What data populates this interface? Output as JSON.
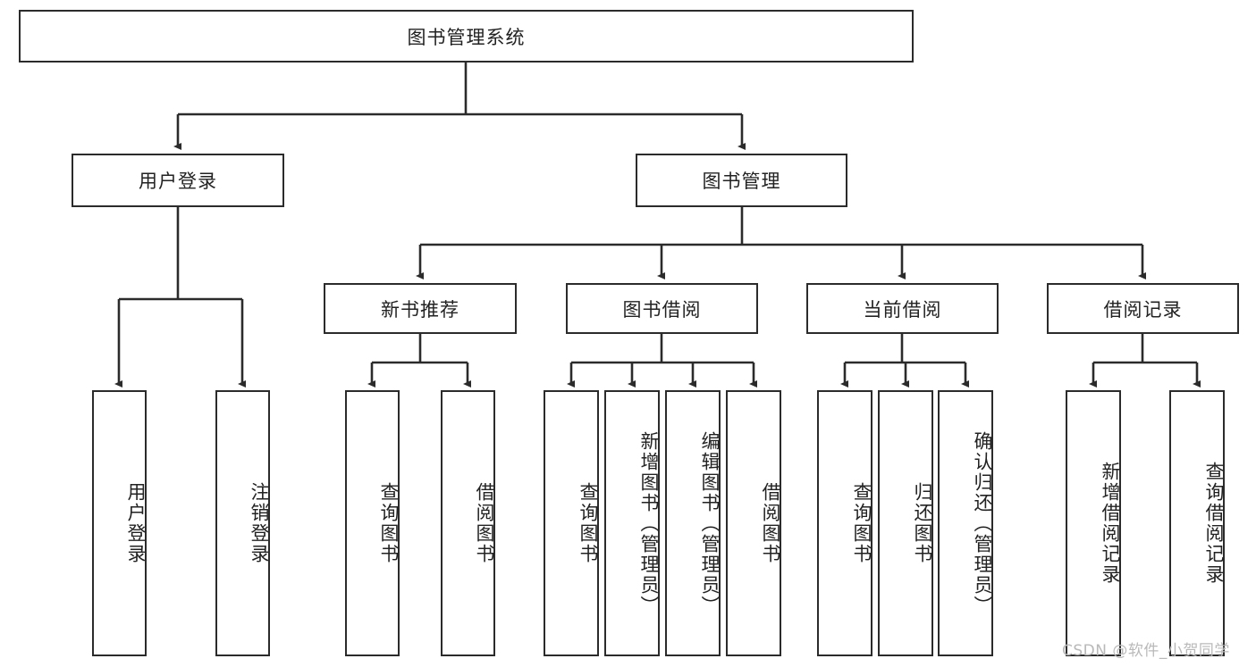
{
  "diagram": {
    "title": "图书管理系统",
    "type": "tree-hierarchy",
    "root": {
      "label": "图书管理系统",
      "children": [
        {
          "label": "用户登录",
          "children": [
            {
              "label": "用户登录"
            },
            {
              "label": "注销登录"
            }
          ]
        },
        {
          "label": "图书管理",
          "children": [
            {
              "label": "新书推荐",
              "children": [
                {
                  "label": "查询图书"
                },
                {
                  "label": "借阅图书"
                }
              ]
            },
            {
              "label": "图书借阅",
              "children": [
                {
                  "label": "查询图书"
                },
                {
                  "label": "新增图书（管理员）"
                },
                {
                  "label": "编辑图书（管理员）"
                },
                {
                  "label": "借阅图书"
                }
              ]
            },
            {
              "label": "当前借阅",
              "children": [
                {
                  "label": "查询图书"
                },
                {
                  "label": "归还图书"
                },
                {
                  "label": "确认归还（管理员）"
                }
              ]
            },
            {
              "label": "借阅记录",
              "children": [
                {
                  "label": "新增借阅记录"
                },
                {
                  "label": "查询借阅记录"
                }
              ]
            }
          ]
        }
      ]
    }
  },
  "nodes": {
    "root": "图书管理系统",
    "l1_user_login": "用户登录",
    "l1_book_mgmt": "图书管理",
    "l2_new_book_rec": "新书推荐",
    "l2_book_borrow": "图书借阅",
    "l2_current_borrow": "当前借阅",
    "l2_borrow_record": "借阅记录",
    "leaf_user_login": "用户登录",
    "leaf_logout": "注销登录",
    "leaf_rec_query": "查询图书",
    "leaf_rec_borrow": "借阅图书",
    "leaf_bb_query": "查询图书",
    "leaf_bb_add": "新增图书（管理员）",
    "leaf_bb_edit": "编辑图书（管理员）",
    "leaf_bb_borrow": "借阅图书",
    "leaf_cb_query": "查询图书",
    "leaf_cb_return": "归还图书",
    "leaf_cb_confirm": "确认归还（管理员）",
    "leaf_br_add": "新增借阅记录",
    "leaf_br_query": "查询借阅记录"
  },
  "watermark": {
    "text": "CSDN @软件_小贺同学"
  },
  "colors": {
    "stroke": "#2b2b2b",
    "fill": "#ffffff",
    "text": "#222222",
    "watermark": "#b9b9b9"
  }
}
